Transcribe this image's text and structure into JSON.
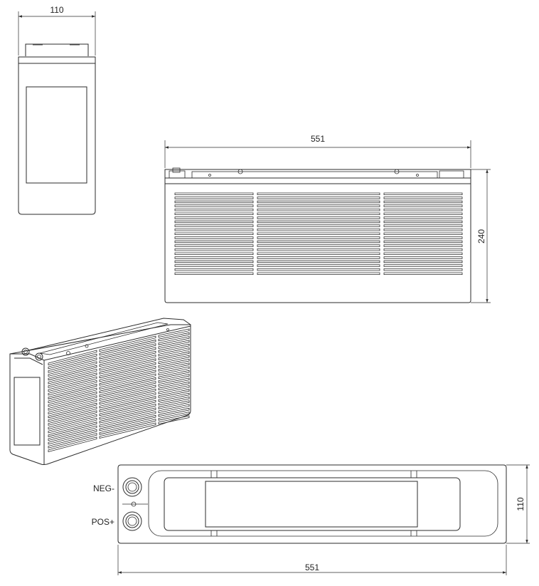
{
  "side_view": {
    "width_label": "110"
  },
  "front_view": {
    "length_label": "551",
    "height_label": "240"
  },
  "top_view": {
    "length_label": "551",
    "width_label": "110",
    "neg_label": "NEG-",
    "pos_label": "POS+"
  }
}
